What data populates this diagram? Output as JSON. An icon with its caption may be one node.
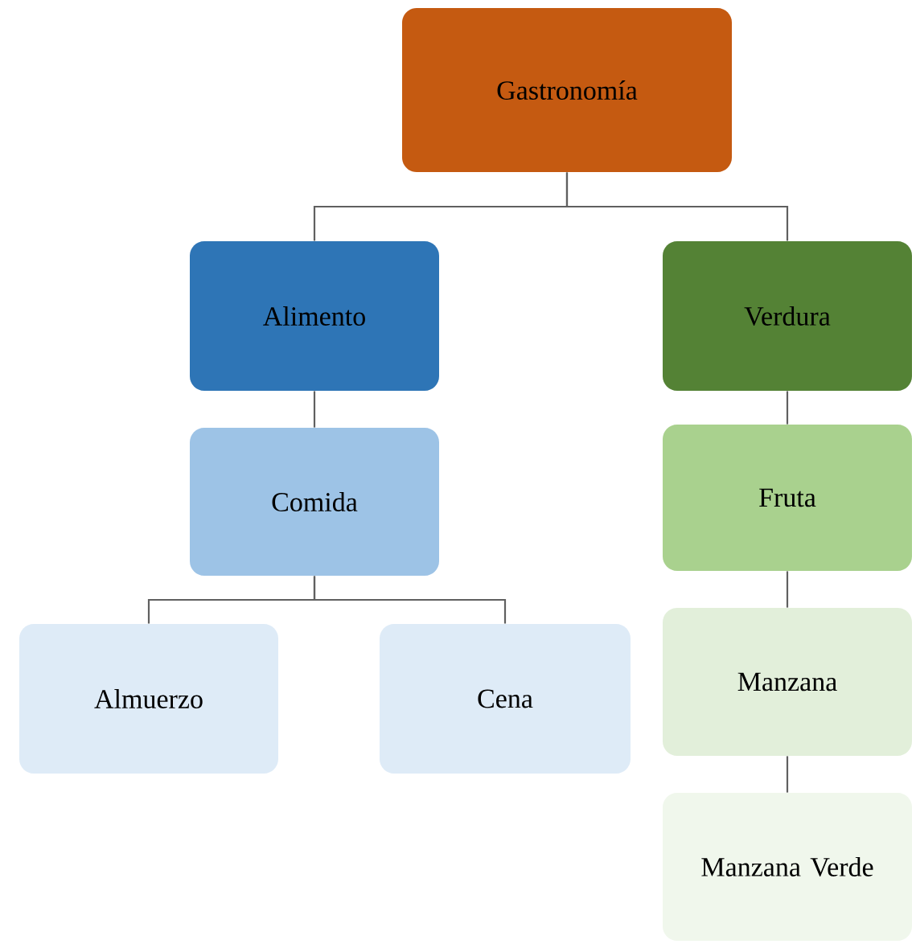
{
  "diagram": {
    "nodes": [
      {
        "text": [
          "Gastronomía"
        ]
      },
      {
        "text": [
          "Alimento"
        ]
      },
      {
        "text": [
          "Verdura"
        ]
      },
      {
        "text": [
          "Comida"
        ]
      },
      {
        "text": [
          "Fruta"
        ]
      },
      {
        "text": [
          "Almuerzo"
        ]
      },
      {
        "text": [
          "Cena"
        ]
      },
      {
        "text": [
          "Manzana"
        ]
      },
      {
        "text": [
          "Manzana Verde"
        ]
      }
    ],
    "edges": [
      {
        "from": 0,
        "to": 1,
        "arrow": "none"
      },
      {
        "from": 0,
        "to": 2,
        "arrow": "none"
      },
      {
        "from": 1,
        "to": 3,
        "arrow": "none"
      },
      {
        "from": 2,
        "to": 4,
        "arrow": "none"
      },
      {
        "from": 3,
        "to": 5,
        "arrow": "none"
      },
      {
        "from": 3,
        "to": 6,
        "arrow": "none"
      },
      {
        "from": 4,
        "to": 7,
        "arrow": "none"
      },
      {
        "from": 7,
        "to": 8,
        "arrow": "none"
      }
    ]
  }
}
